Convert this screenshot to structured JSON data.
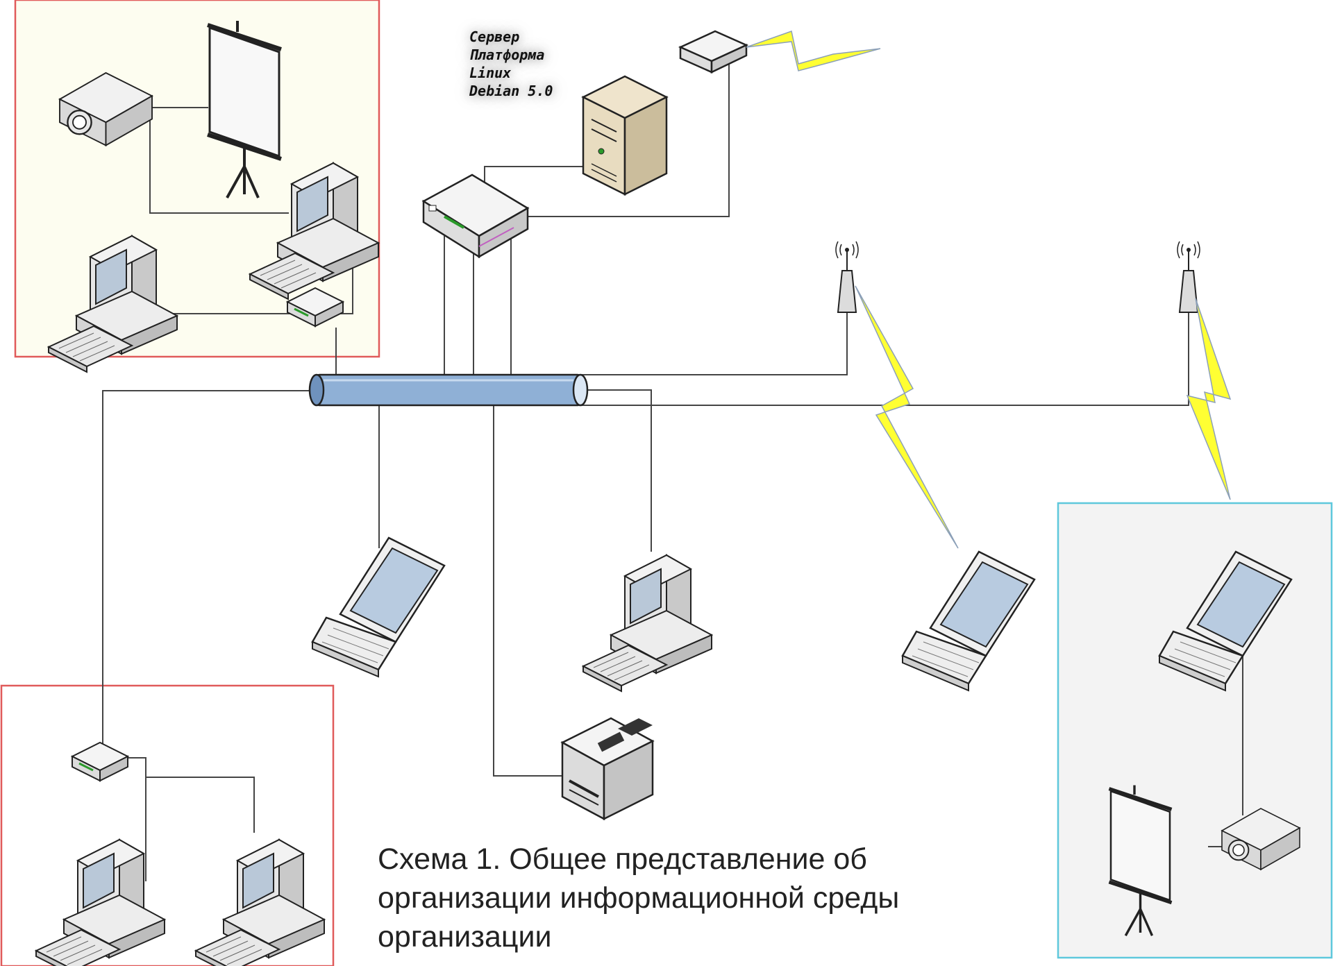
{
  "server_label": {
    "line1": "Сервер",
    "line2": "Платформа",
    "line3": "Linux",
    "line4": "Debian 5.0"
  },
  "caption": "Схема 1. Общее представление об организации информационной среды организации",
  "colors": {
    "zone_red_border": "#e05a5a",
    "zone_top_left_fill": "#fdfdf0",
    "zone_blue_border": "#5ec8dc",
    "zone_right_fill": "#f3f3f3",
    "bus_fill": "#8fb0d6",
    "lightning": "#ffff33",
    "server_case": "#e8dcc0"
  },
  "icons": [
    "projector-icon",
    "screen-icon",
    "desktop-pc-icon",
    "hub-icon",
    "switch-icon",
    "server-icon",
    "modem-icon",
    "antenna-icon",
    "laptop-icon",
    "printer-icon",
    "lightning-icon",
    "network-bus-icon"
  ]
}
